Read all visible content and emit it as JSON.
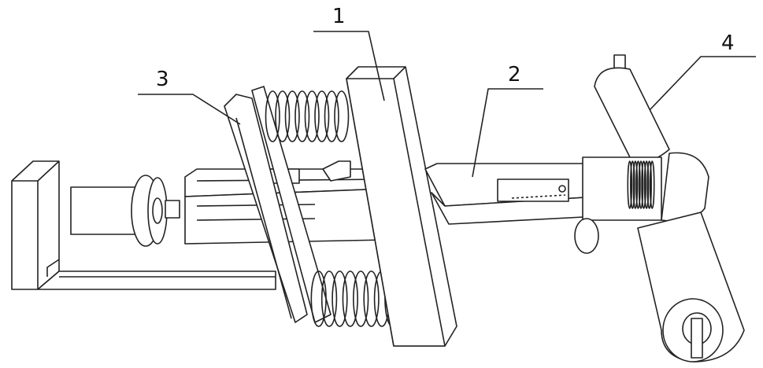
{
  "drawing": {
    "labels": [
      {
        "id": "1",
        "text": "1"
      },
      {
        "id": "2",
        "text": "2"
      },
      {
        "id": "3",
        "text": "3"
      },
      {
        "id": "4",
        "text": "4"
      }
    ],
    "line_color": "#222222",
    "background": "#ffffff"
  }
}
